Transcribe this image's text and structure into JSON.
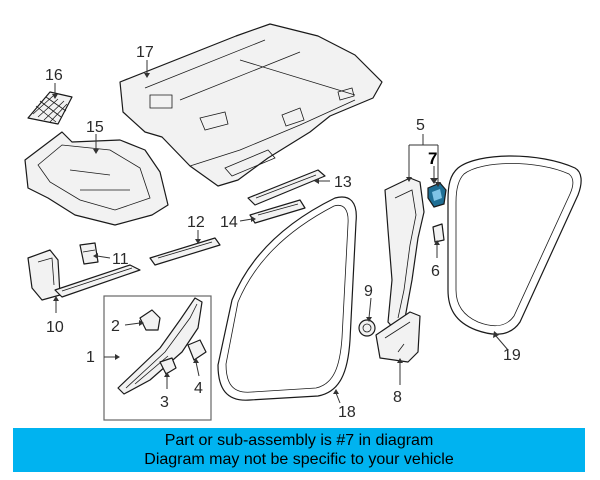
{
  "callouts": [
    {
      "id": "1",
      "label": "1"
    },
    {
      "id": "2",
      "label": "2"
    },
    {
      "id": "3",
      "label": "3"
    },
    {
      "id": "4",
      "label": "4"
    },
    {
      "id": "5",
      "label": "5"
    },
    {
      "id": "6",
      "label": "6"
    },
    {
      "id": "7",
      "label": "7"
    },
    {
      "id": "8",
      "label": "8"
    },
    {
      "id": "9",
      "label": "9"
    },
    {
      "id": "10",
      "label": "10"
    },
    {
      "id": "11",
      "label": "11"
    },
    {
      "id": "12",
      "label": "12"
    },
    {
      "id": "13",
      "label": "13"
    },
    {
      "id": "14",
      "label": "14"
    },
    {
      "id": "15",
      "label": "15"
    },
    {
      "id": "16",
      "label": "16"
    },
    {
      "id": "17",
      "label": "17"
    },
    {
      "id": "18",
      "label": "18"
    },
    {
      "id": "19",
      "label": "19"
    }
  ],
  "highlighted_part": "7",
  "banner": {
    "line1": "Part or sub-assembly is #7 in diagram",
    "line2": "Diagram may not be specific to your vehicle",
    "background": "#00b3f0"
  },
  "colors": {
    "highlight_part": "#1f6f95",
    "outline": "#1a1a1a"
  }
}
